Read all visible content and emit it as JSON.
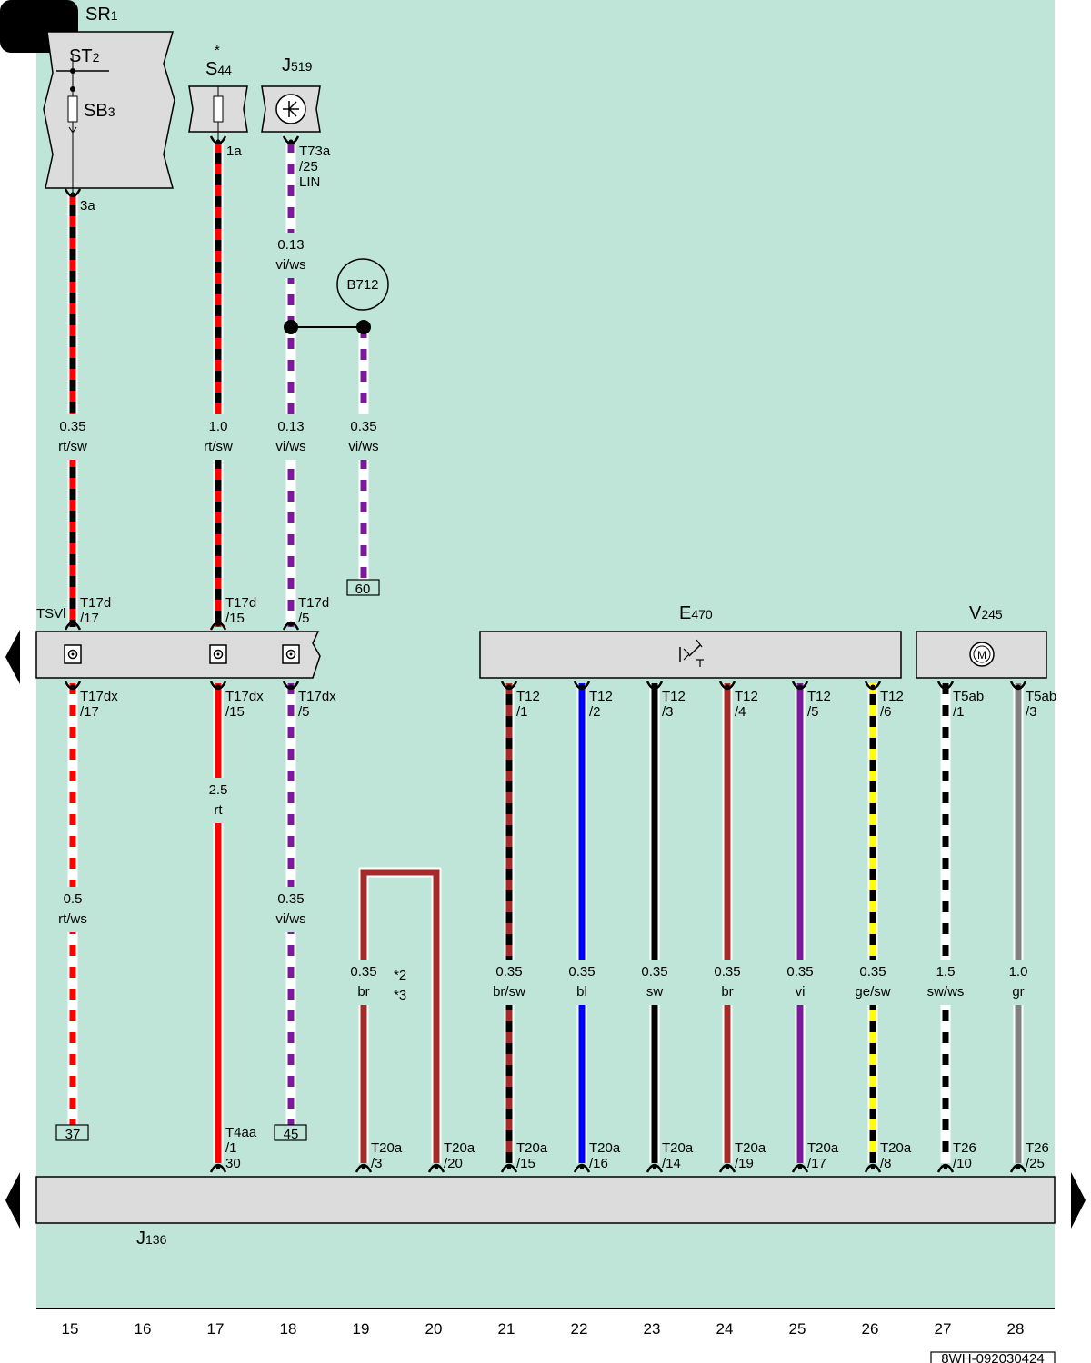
{
  "colors": {
    "background": "#bfe5d8",
    "component": "#dcdcdc",
    "rt": "#ff0000",
    "sw": "#000000",
    "ws": "#ffffff",
    "vi": "#7a1a9a",
    "br": "#a52a2a",
    "bl": "#0000ff",
    "ge": "#ffff00",
    "gr": "#808080"
  },
  "components": {
    "sr1": {
      "name": "SR",
      "sub": "1"
    },
    "st2": {
      "name": "ST",
      "sub": "2"
    },
    "sb3": {
      "name": "SB",
      "sub": "3"
    },
    "s44": {
      "name": "S",
      "sub": "44",
      "mark": "*"
    },
    "j519": {
      "name": "J",
      "sub": "519"
    },
    "b712": {
      "name": "B712"
    },
    "e470": {
      "name": "E",
      "sub": "470"
    },
    "v245": {
      "name": "V",
      "sub": "245"
    },
    "j136": {
      "name": "J",
      "sub": "136"
    },
    "tsvl": {
      "name": "TSVl"
    }
  },
  "pins": {
    "sr1_3a": "3a",
    "s44_1a": "1a",
    "j519_a": "T73a",
    "j519_b": "/25",
    "j519_c": "LIN",
    "t17d_17a": "T17d",
    "t17d_17b": "/17",
    "t17d_15a": "T17d",
    "t17d_15b": "/15",
    "t17d_5a": "T17d",
    "t17d_5b": "/5",
    "t17dx_17a": "T17dx",
    "t17dx_17b": "/17",
    "t17dx_15a": "T17dx",
    "t17dx_15b": "/15",
    "t17dx_5a": "T17dx",
    "t17dx_5b": "/5",
    "t12_1a": "T12",
    "t12_1b": "/1",
    "t12_2a": "T12",
    "t12_2b": "/2",
    "t12_3a": "T12",
    "t12_3b": "/3",
    "t12_4a": "T12",
    "t12_4b": "/4",
    "t12_5a": "T12",
    "t12_5b": "/5",
    "t12_6a": "T12",
    "t12_6b": "/6",
    "t5ab_1a": "T5ab",
    "t5ab_1b": "/1",
    "t5ab_3a": "T5ab",
    "t5ab_3b": "/3",
    "t4aa_a": "T4aa",
    "t4aa_b": "/1",
    "t4aa_c": "30",
    "t20a_3a": "T20a",
    "t20a_3b": "/3",
    "t20a_20a": "T20a",
    "t20a_20b": "/20",
    "t20a_15a": "T20a",
    "t20a_15b": "/15",
    "t20a_16a": "T20a",
    "t20a_16b": "/16",
    "t20a_14a": "T20a",
    "t20a_14b": "/14",
    "t20a_19a": "T20a",
    "t20a_19b": "/19",
    "t20a_17a": "T20a",
    "t20a_17b": "/17",
    "t20a_8a": "T20a",
    "t20a_8b": "/8",
    "t26_10a": "T26",
    "t26_10b": "/10",
    "t26_25a": "T26",
    "t26_25b": "/25"
  },
  "wires": {
    "w15a": {
      "size": "0.35",
      "color": "rt/sw"
    },
    "w17a": {
      "size": "1.0",
      "color": "rt/sw"
    },
    "w18a": {
      "size": "0.13",
      "color": "vi/ws"
    },
    "w18b": {
      "size": "0.13",
      "color": "vi/ws"
    },
    "w19a": {
      "size": "0.35",
      "color": "vi/ws"
    },
    "w15b": {
      "size": "0.5",
      "color": "rt/ws"
    },
    "w17b": {
      "size": "2.5",
      "color": "rt"
    },
    "w18c": {
      "size": "0.35",
      "color": "vi/ws"
    },
    "w19b": {
      "size": "0.35",
      "color": "br"
    },
    "w21": {
      "size": "0.35",
      "color": "br/sw"
    },
    "w22": {
      "size": "0.35",
      "color": "bl"
    },
    "w23": {
      "size": "0.35",
      "color": "sw"
    },
    "w24": {
      "size": "0.35",
      "color": "br"
    },
    "w25": {
      "size": "0.35",
      "color": "vi"
    },
    "w26": {
      "size": "0.35",
      "color": "ge/sw"
    },
    "w27": {
      "size": "1.5",
      "color": "sw/ws"
    },
    "w28": {
      "size": "1.0",
      "color": "gr"
    }
  },
  "notes": {
    "n2": "*2",
    "n3": "*3"
  },
  "refs": {
    "r60": "60",
    "r37": "37",
    "r45": "45"
  },
  "columns": [
    "15",
    "16",
    "17",
    "18",
    "19",
    "20",
    "21",
    "22",
    "23",
    "24",
    "25",
    "26",
    "27",
    "28"
  ],
  "footer": {
    "code": "8WH-092030424"
  }
}
